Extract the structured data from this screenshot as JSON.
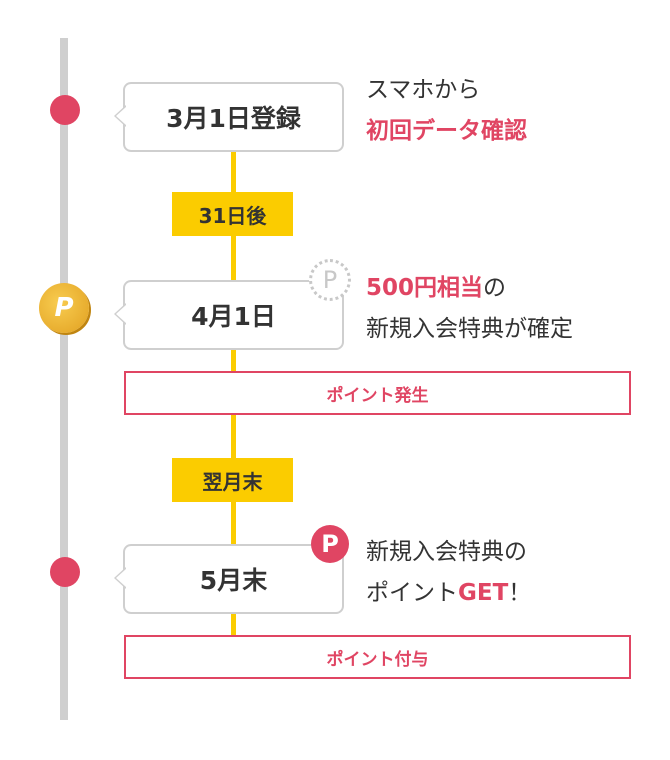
{
  "steps": [
    {
      "date": "3月1日登録",
      "text_line1": "スマホから",
      "text_line2": "初回データ確認"
    },
    {
      "date": "4月1日",
      "text_red": "500円相当",
      "text_rest": "の",
      "text_line2": "新規入会特典が確定",
      "badge": "ポイント発生",
      "icon": "P"
    },
    {
      "date": "5月末",
      "text_line1": "新規入会特典の",
      "text_line2_a": "ポイント",
      "text_line2_red": "GET",
      "text_line2_b": "！",
      "badge": "ポイント付与",
      "icon": "P"
    }
  ],
  "intervals": [
    "31日後",
    "翌月末"
  ],
  "coin_label": "P",
  "colors": {
    "accent": "#e04563",
    "yellow": "#fbcc00",
    "gray": "#cfcfcf"
  }
}
